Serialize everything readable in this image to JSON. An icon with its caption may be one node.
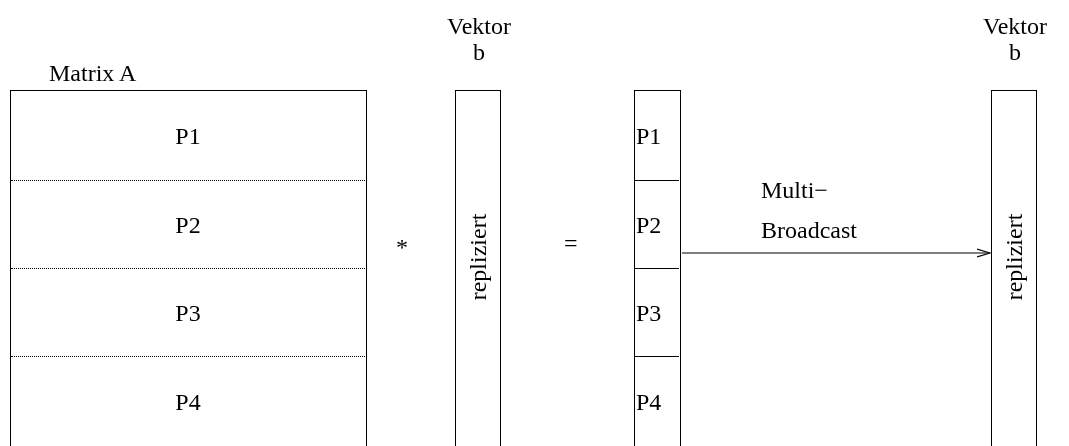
{
  "diagram": {
    "nodes": [
      {
        "text": [
          "Matrix A"
        ]
      },
      {
        "text": [
          "P1"
        ],
        "in": 0
      },
      {
        "text": [
          "P2"
        ],
        "in": 0
      },
      {
        "text": [
          "P3"
        ],
        "in": 0
      },
      {
        "text": [
          "P4"
        ],
        "in": 0
      },
      {
        "text": [
          "Vektor b",
          "repliziert"
        ]
      },
      {
        "text": [],
        "shape": "box"
      },
      {
        "text": [
          "P1"
        ],
        "in": 6
      },
      {
        "text": [
          "P2"
        ],
        "in": 6
      },
      {
        "text": [
          "P3"
        ],
        "in": 6
      },
      {
        "text": [
          "P4"
        ],
        "in": 6
      },
      {
        "text": [
          "Vektor b",
          "repliziert"
        ]
      }
    ],
    "edges": [
      {
        "from": 6,
        "to": 11,
        "arrow": "to",
        "label": "Multi− Broadcast"
      }
    ],
    "labels": [
      "*",
      "="
    ]
  }
}
